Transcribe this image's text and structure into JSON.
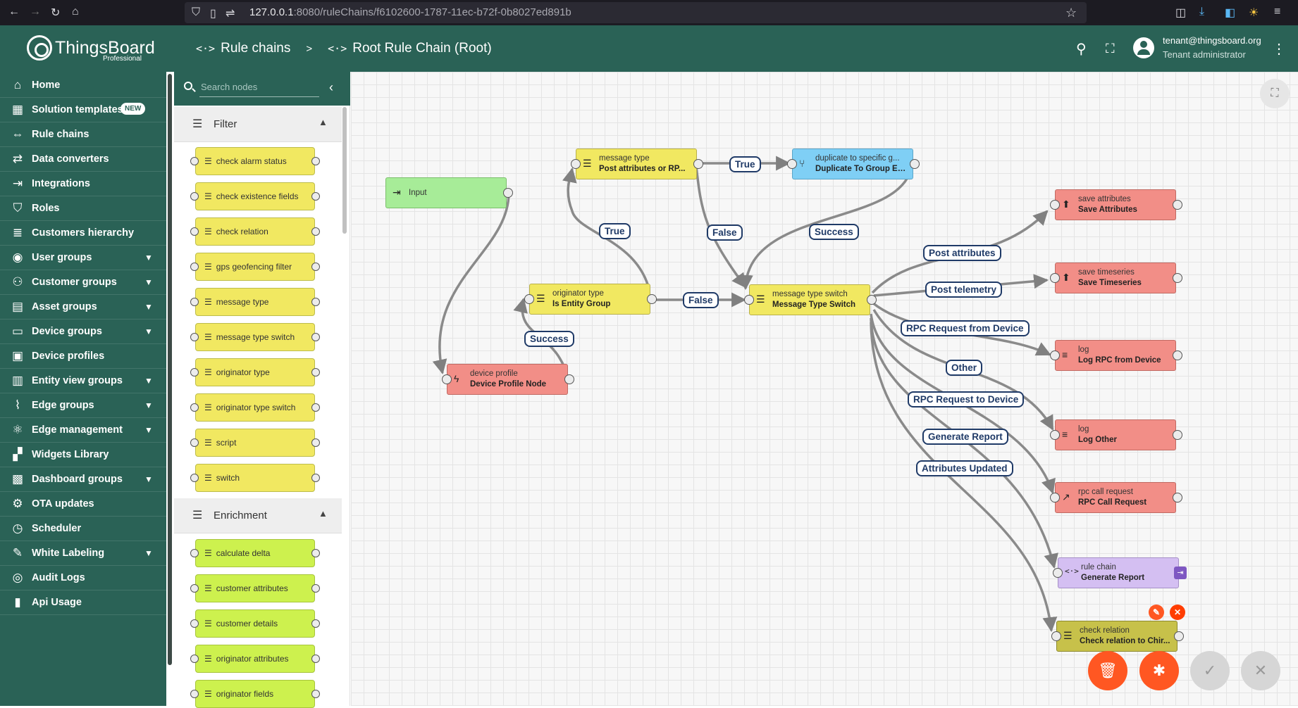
{
  "browser": {
    "url_host": "127.0.0.1",
    "url_rest": ":8080/ruleChains/f6102600-1787-11ec-b72f-0b8027ed891b"
  },
  "header": {
    "logo_name": "ThingsBoard",
    "logo_edition": "Professional",
    "crumb1": "Rule chains",
    "crumb_sep": ">",
    "crumb2": "Root Rule Chain (Root)",
    "user_email": "tenant@thingsboard.org",
    "user_role": "Tenant administrator"
  },
  "sidebar": {
    "items": [
      {
        "label": "Home",
        "icon": "home-icon"
      },
      {
        "label": "Solution templates",
        "icon": "grid-icon",
        "badge": "NEW"
      },
      {
        "label": "Rule chains",
        "icon": "rule-chains-icon"
      },
      {
        "label": "Data converters",
        "icon": "converter-icon"
      },
      {
        "label": "Integrations",
        "icon": "integrations-icon"
      },
      {
        "label": "Roles",
        "icon": "shield-icon"
      },
      {
        "label": "Customers hierarchy",
        "icon": "hierarchy-icon"
      },
      {
        "label": "User groups",
        "icon": "user-icon",
        "expand": true
      },
      {
        "label": "Customer groups",
        "icon": "customers-icon",
        "expand": true
      },
      {
        "label": "Asset groups",
        "icon": "asset-icon",
        "expand": true
      },
      {
        "label": "Device groups",
        "icon": "device-icon",
        "expand": true
      },
      {
        "label": "Device profiles",
        "icon": "device-profile-icon"
      },
      {
        "label": "Entity view groups",
        "icon": "entity-view-icon",
        "expand": true
      },
      {
        "label": "Edge groups",
        "icon": "edge-icon",
        "expand": true
      },
      {
        "label": "Edge management",
        "icon": "edge-management-icon",
        "expand": true
      },
      {
        "label": "Widgets Library",
        "icon": "widgets-icon"
      },
      {
        "label": "Dashboard groups",
        "icon": "dashboard-icon",
        "expand": true
      },
      {
        "label": "OTA updates",
        "icon": "ota-icon"
      },
      {
        "label": "Scheduler",
        "icon": "clock-icon"
      },
      {
        "label": "White Labeling",
        "icon": "paint-icon",
        "expand": true
      },
      {
        "label": "Audit Logs",
        "icon": "audit-icon"
      },
      {
        "label": "Api Usage",
        "icon": "usage-icon"
      }
    ]
  },
  "library": {
    "search_placeholder": "Search nodes",
    "filter_title": "Filter",
    "filter_nodes": [
      "check alarm status",
      "check existence fields",
      "check relation",
      "gps geofencing filter",
      "message type",
      "message type switch",
      "originator type",
      "originator type switch",
      "script",
      "switch"
    ],
    "enrichment_title": "Enrichment",
    "enrichment_nodes": [
      "calculate delta",
      "customer attributes",
      "customer details",
      "originator attributes",
      "originator fields"
    ]
  },
  "nodes": {
    "input": {
      "type": "Input"
    },
    "msgtype": {
      "type": "message type",
      "name": "Post attributes or RP..."
    },
    "dup": {
      "type": "duplicate to specific g...",
      "name": "Duplicate To Group En..."
    },
    "origtype": {
      "type": "originator type",
      "name": "Is Entity Group"
    },
    "devprof": {
      "type": "device profile",
      "name": "Device Profile Node"
    },
    "mts": {
      "type": "message type switch",
      "name": "Message Type Switch"
    },
    "saveattr": {
      "type": "save attributes",
      "name": "Save Attributes"
    },
    "savets": {
      "type": "save timeseries",
      "name": "Save Timeseries"
    },
    "logrpc": {
      "type": "log",
      "name": "Log RPC from Device"
    },
    "logother": {
      "type": "log",
      "name": "Log Other"
    },
    "rpccall": {
      "type": "rpc call request",
      "name": "RPC Call Request"
    },
    "rulechain": {
      "type": "rule chain",
      "name": "Generate Report"
    },
    "checkrel": {
      "type": "check relation",
      "name": "Check relation to Chir..."
    }
  },
  "labels": {
    "true1": "True",
    "true2": "True",
    "false1": "False",
    "false2": "False",
    "success1": "Success",
    "success2": "Success",
    "post_attr": "Post attributes",
    "post_tel": "Post telemetry",
    "rpc_from": "RPC Request from Device",
    "other": "Other",
    "rpc_to": "RPC Request to Device",
    "gen_report": "Generate Report",
    "attr_upd": "Attributes Updated"
  },
  "colors": {
    "primary": "#2a6256",
    "fab_orange": "#ff5722",
    "filter_node": "#f1e861",
    "enrichment_node": "#cdf14e",
    "action_node": "#f28e87",
    "link_label": "#1f3a67"
  }
}
